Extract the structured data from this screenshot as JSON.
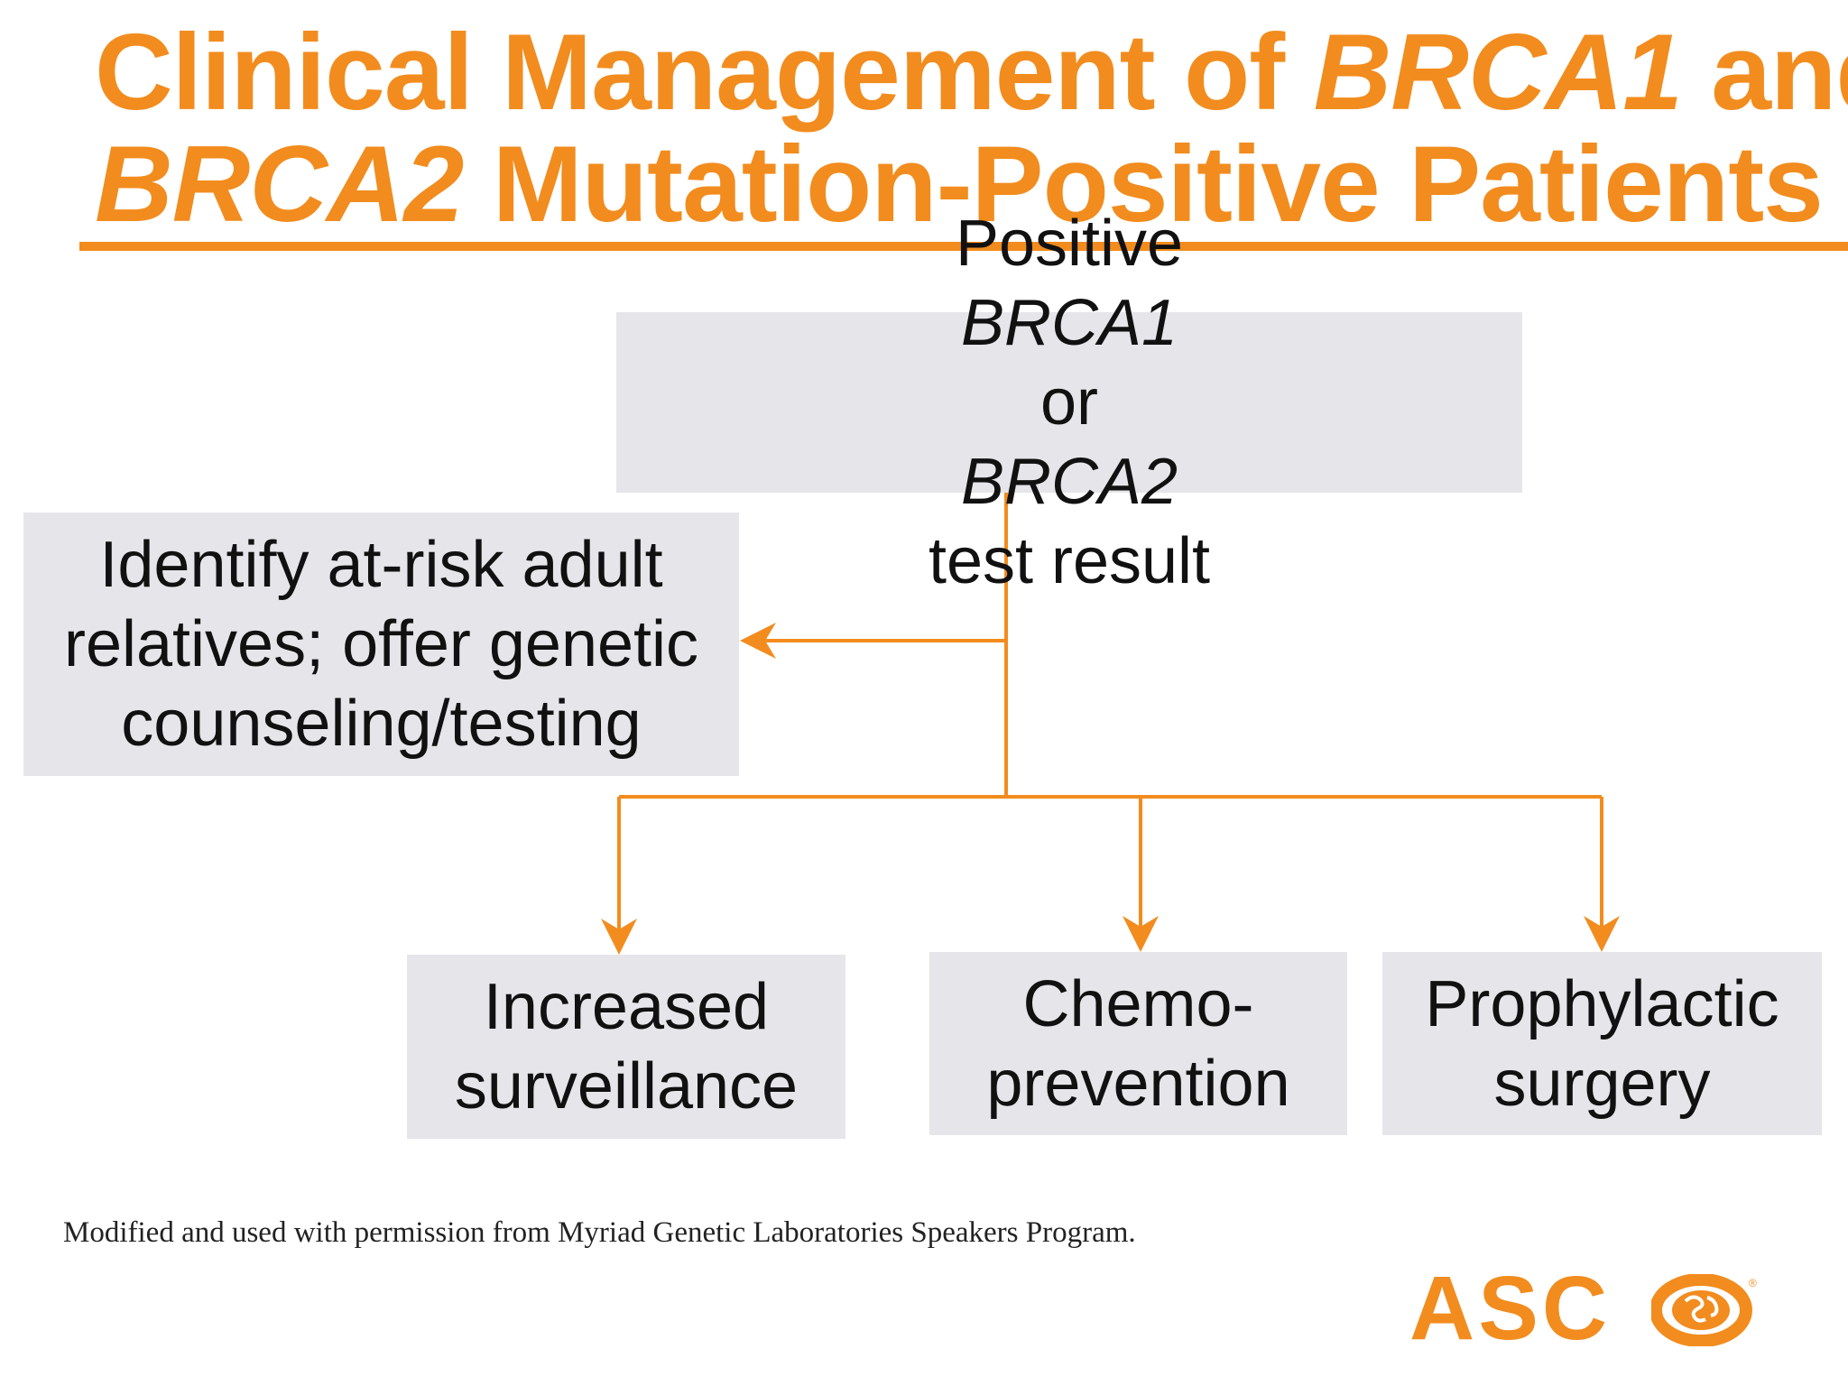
{
  "title": {
    "line1_part1": "Clinical Management of ",
    "line1_gene": "BRCA1",
    "line1_part2": " and",
    "line2_gene": "BRCA2",
    "line2_part2": " Mutation-Positive Patients"
  },
  "boxes": {
    "root": {
      "prefix": "Positive ",
      "gene1": "BRCA1",
      "mid": " or ",
      "gene2": "BRCA2",
      "line2": "test result"
    },
    "relatives": {
      "line1": "Identify at-risk adult",
      "line2": "relatives; offer genetic",
      "line3": "counseling/testing"
    },
    "surveillance": {
      "line1": "Increased",
      "line2": "surveillance"
    },
    "chemoprevention": {
      "line1": "Chemo-",
      "line2": "prevention"
    },
    "surgery": {
      "line1": "Prophylactic",
      "line2": "surgery"
    }
  },
  "footnote": "Modified and used with permission from Myriad Genetic Laboratories Speakers Program.",
  "logo": {
    "text": "ASC",
    "mark": "®"
  },
  "colors": {
    "accent": "#f28c1e",
    "box": "#e6e6ea",
    "text": "#111111"
  }
}
